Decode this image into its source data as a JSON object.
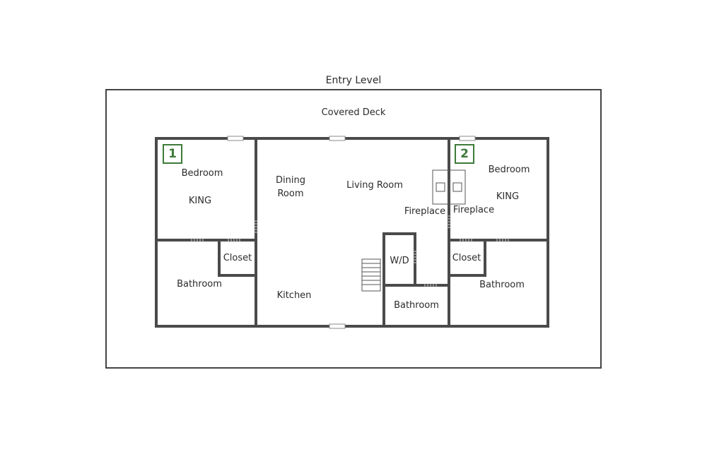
{
  "title": "Entry Level",
  "deck_label": "Covered Deck",
  "rooms": {
    "bedroom1": {
      "number": "1",
      "name": "Bedroom",
      "bed": "KING"
    },
    "bedroom2": {
      "number": "2",
      "name": "Bedroom",
      "bed": "KING"
    },
    "dining": {
      "line1": "Dining",
      "line2": "Room"
    },
    "living": "Living Room",
    "kitchen": "Kitchen",
    "fireplace_left": "Fireplace",
    "fireplace_right": "Fireplace",
    "laundry": "W/D",
    "closet_left": "Closet",
    "closet_right": "Closet",
    "bathroom_left": "Bathroom",
    "bathroom_center": "Bathroom",
    "bathroom_right": "Bathroom"
  },
  "colors": {
    "wall": "#4a4a4a",
    "badge": "#3f7a3a",
    "text": "#2b2b2b"
  }
}
